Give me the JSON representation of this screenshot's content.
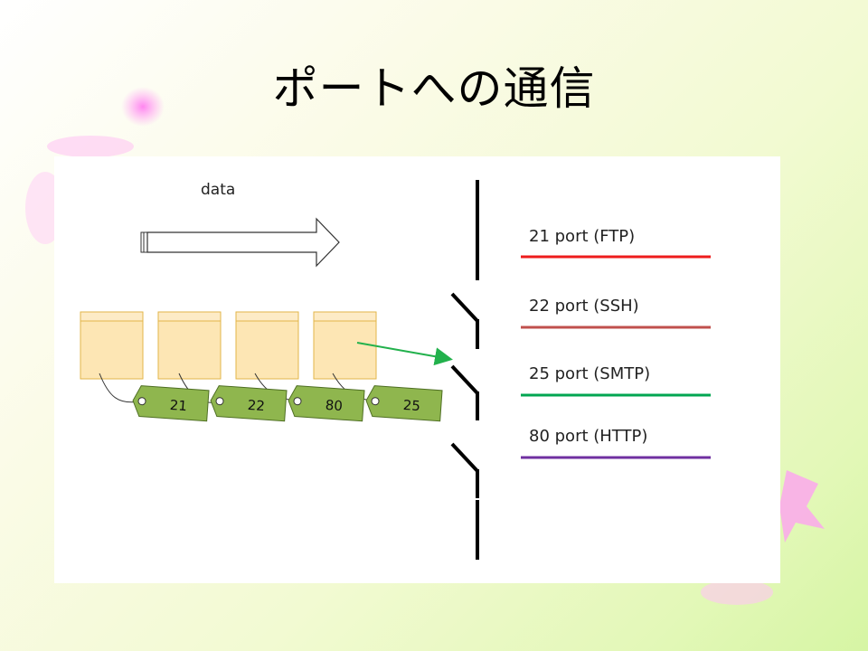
{
  "slide": {
    "title": "ポートへの通信"
  },
  "diagram": {
    "data_label": "data",
    "packets": [
      {
        "tag": "21"
      },
      {
        "tag": "22"
      },
      {
        "tag": "80"
      },
      {
        "tag": "25"
      }
    ],
    "ports": [
      {
        "label": "21 port (FTP)",
        "color": "#ee1c1c"
      },
      {
        "label": "22 port (SSH)",
        "color": "#c0504d"
      },
      {
        "label": "25 port (SMTP)",
        "color": "#00a651"
      },
      {
        "label": "80 port (HTTP)",
        "color": "#7030a0"
      }
    ],
    "colors": {
      "envelope_fill": "#fde6b4",
      "envelope_stroke": "#e2b64a",
      "tag_fill": "#8fb64e",
      "tag_stroke": "#4f6f24",
      "arrow": "#22b14c",
      "wall": "#000000"
    }
  }
}
